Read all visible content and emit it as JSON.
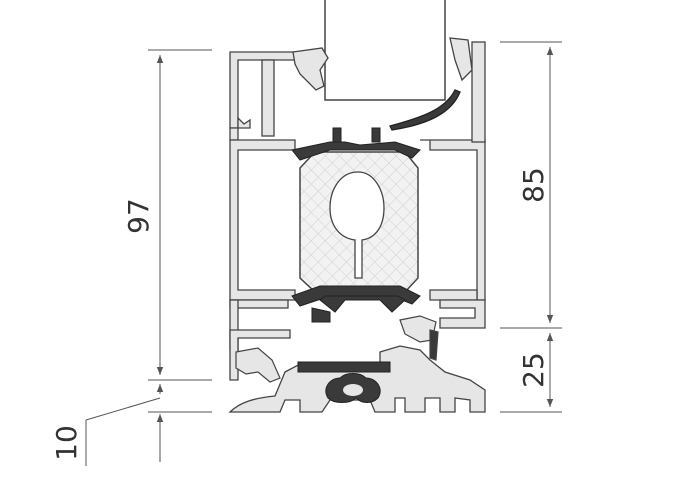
{
  "dimensions": {
    "left_total": "97",
    "right_upper": "85",
    "right_lower": "25",
    "bottom_left": "10"
  },
  "colors": {
    "profile_fill": "#e6e6e6",
    "profile_stroke": "#444444",
    "gasket": "#3a3a3a",
    "insulation": "#f0f0f0",
    "dimension_line": "#555555"
  }
}
